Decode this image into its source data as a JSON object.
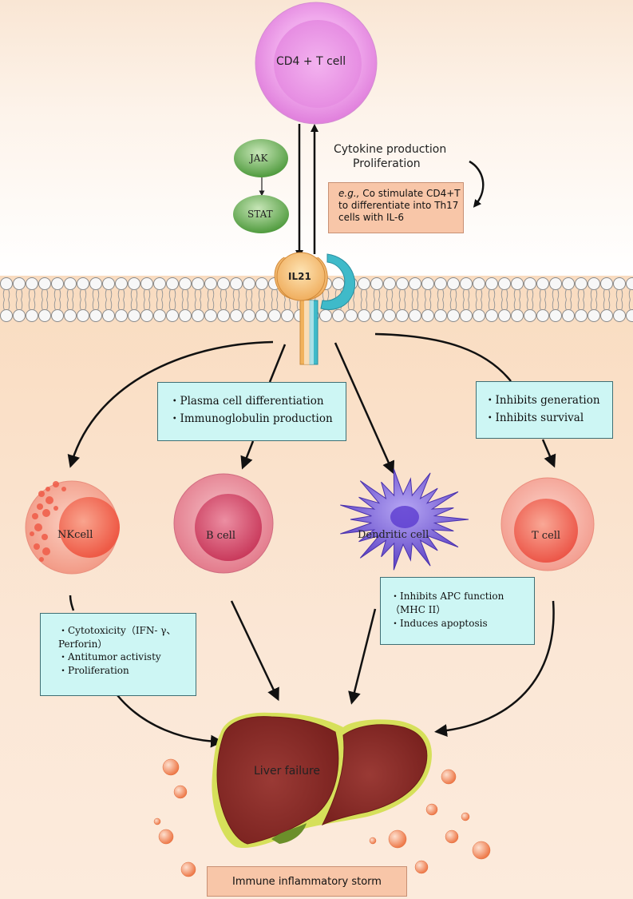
{
  "cd4_cell": "CD4 + T cell",
  "jak": "JAK",
  "stat": "STAT",
  "feedback": {
    "line1": "Cytokine production",
    "line2": "Proliferation"
  },
  "example_box": {
    "prefix": "e.g.,",
    "line1": " Co stimulate CD4+T",
    "line2": "to differentiate into Th17",
    "line3": "cells with IL-6"
  },
  "receptor": "IL21",
  "box_b": {
    "line1": "・Plasma cell differentiation",
    "line2": "・Immunoglobulin production"
  },
  "box_t": {
    "line1": "・Inhibits generation",
    "line2": "・Inhibits survival"
  },
  "cells": {
    "nk": "NKcell",
    "b": "B cell",
    "dendritic": "Dendritic cell",
    "t": "T cell"
  },
  "box_nk": {
    "line1": "・Cytotoxicity（IFN- γ、",
    "line2": "Perforin）",
    "line3": "・Antitumor activisty",
    "line4": "・Proliferation"
  },
  "box_dc": {
    "line1": "・Inhibits APC function",
    "line2": "（MHC II）",
    "line3": "・Induces apoptosis"
  },
  "liver": "Liver failure",
  "storm": "Immune inflammatory storm",
  "colors": {
    "box_fill": "#cdf6f4",
    "note_fill": "#f8c6a8",
    "nk": "#f26a55",
    "b": "#d9546f",
    "dendritic": "#6d55d4",
    "t": "#f0635a",
    "liver": "#8a2a25",
    "membrane": "#f5f5f5"
  }
}
